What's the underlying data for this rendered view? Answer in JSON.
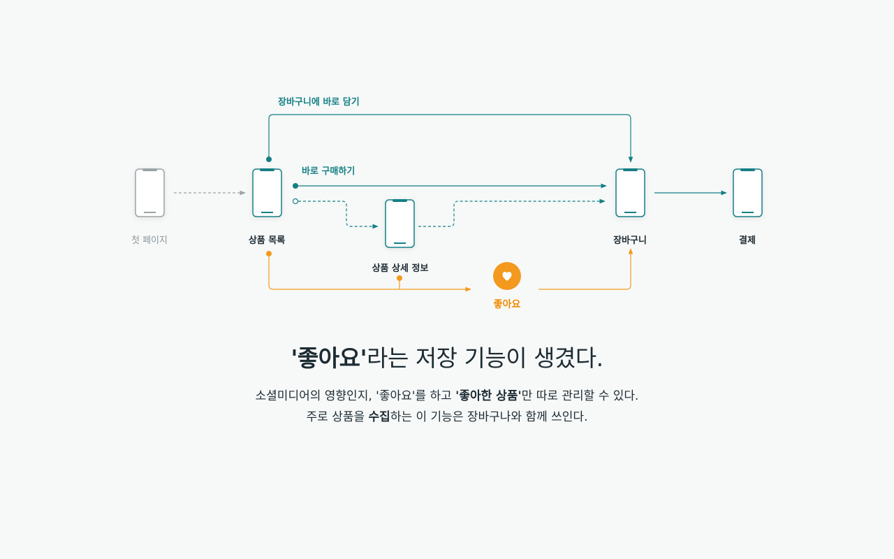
{
  "colors": {
    "teal": "#137f85",
    "grey": "#9aa3a8",
    "orange": "#f39a1e",
    "text": "#1d2b33"
  },
  "diagram": {
    "nodes": {
      "first": "첫 페이지",
      "list": "상품 목록",
      "detail": "상품 상세 정보",
      "cart": "장바구니",
      "checkout": "결제",
      "like": "좋아요"
    },
    "paths": {
      "add_to_cart": "장바구니에 바로 담기",
      "buy_now": "바로 구매하기"
    },
    "like_icon": "heart-icon"
  },
  "headline": {
    "bold": "'좋아요'",
    "rest": "라는 저장 기능이 생겼다."
  },
  "description": {
    "line1_a": "소셜미디어의 영향인지, '좋아요'를 하고 ",
    "line1_bold": "'좋아한 상품'",
    "line1_b": "만 따로 관리할 수 있다.",
    "line2_a": "주로 상품을 ",
    "line2_bold": "수집",
    "line2_b": "하는 이 기능은 장바구나와 함께 쓰인다."
  }
}
